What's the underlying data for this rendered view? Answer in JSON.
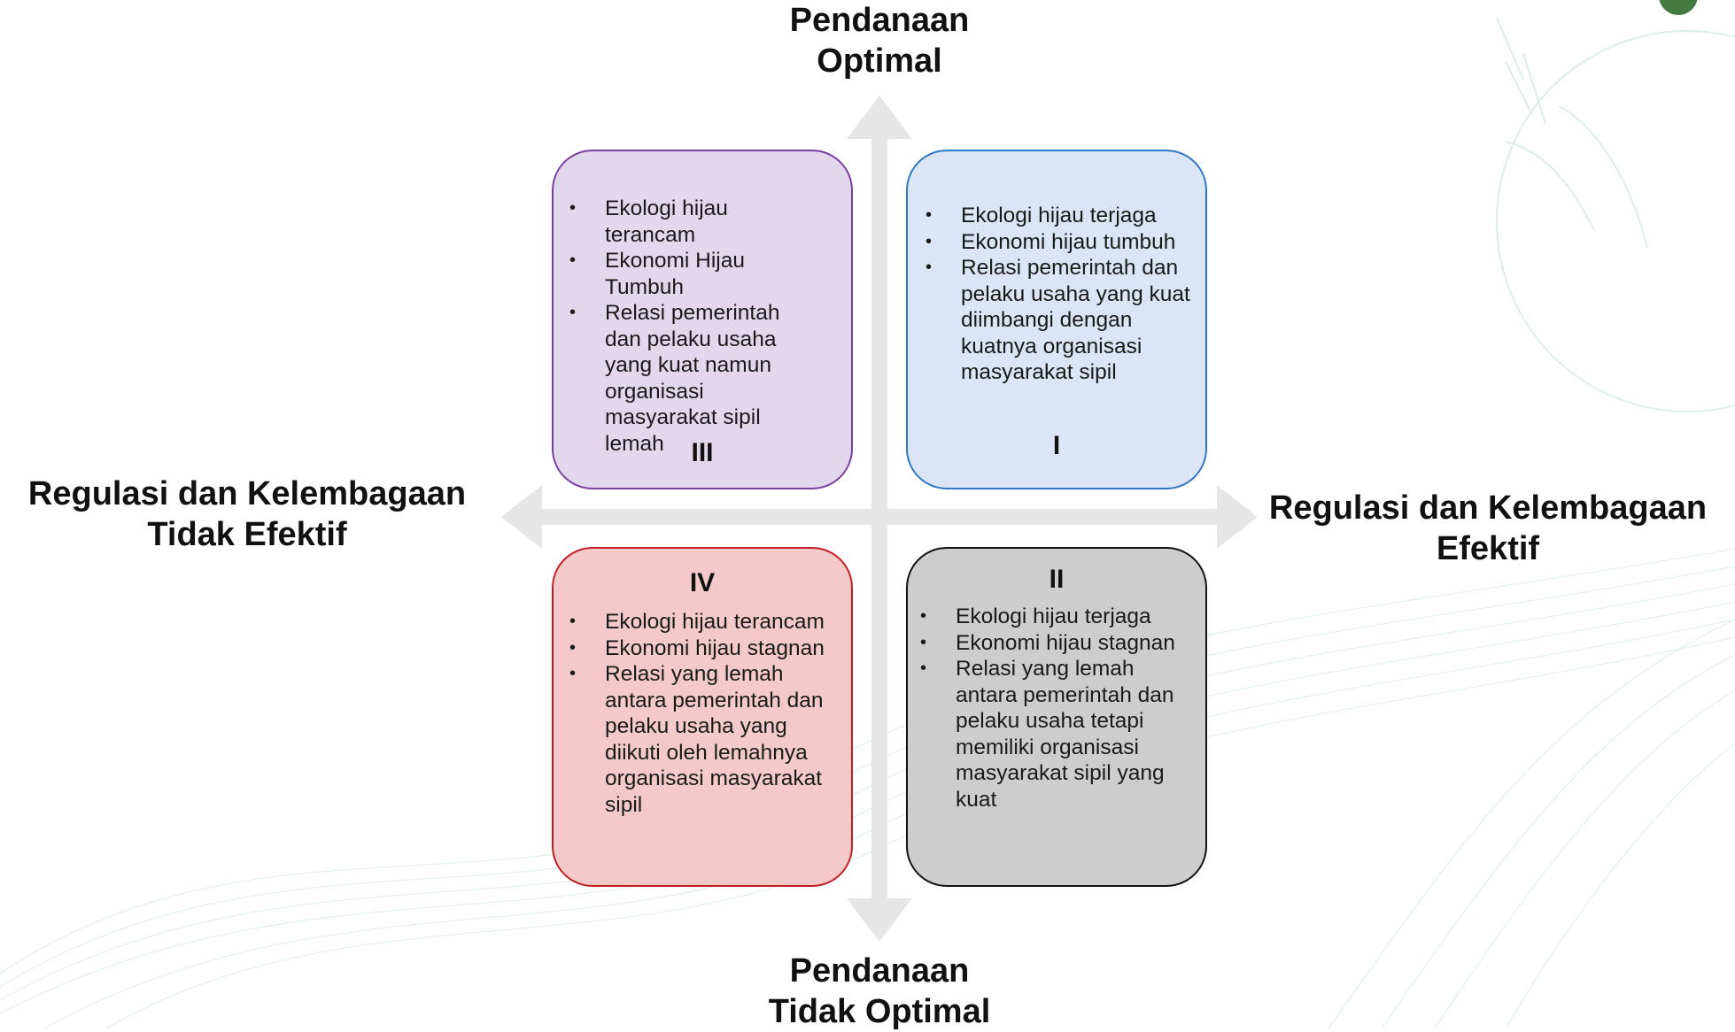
{
  "axes": {
    "top": [
      "Pendanaan",
      "Optimal"
    ],
    "bottom": [
      "Pendanaan",
      "Tidak Optimal"
    ],
    "left": [
      "Regulasi dan Kelembagaan",
      "Tidak Efektif"
    ],
    "right": [
      "Regulasi dan Kelembagaan",
      "Efektif"
    ]
  },
  "quadrants": {
    "q1": {
      "numeral": "I",
      "items": [
        "Ekologi hijau terjaga",
        "Ekonomi hijau tumbuh",
        "Relasi pemerintah dan pelaku usaha yang kuat diimbangi dengan kuatnya organisasi masyarakat sipil"
      ]
    },
    "q2": {
      "numeral": "II",
      "items": [
        "Ekologi hijau terjaga",
        "Ekonomi hijau stagnan",
        "Relasi yang lemah antara pemerintah dan pelaku usaha tetapi memiliki organisasi masyarakat sipil yang kuat"
      ]
    },
    "q3": {
      "numeral": "III",
      "items": [
        "Ekologi hijau terancam",
        "Ekonomi Hijau Tumbuh",
        "Relasi pemerintah dan pelaku usaha yang kuat namun organisasi masyarakat sipil lemah"
      ]
    },
    "q4": {
      "numeral": "IV",
      "items": [
        "Ekologi hijau terancam",
        "Ekonomi hijau stagnan",
        "Relasi yang lemah antara pemerintah dan pelaku usaha yang diikuti oleh lemahnya organisasi masyarakat sipil"
      ]
    }
  },
  "colors": {
    "q1_fill": "#dbe5f5",
    "q1_border": "#2f78c4",
    "q2_fill": "#cdcdcd",
    "q2_border": "#111111",
    "q3_fill": "#e3d7ee",
    "q3_border": "#7b3fa1",
    "q4_fill": "#f2c4c6",
    "q4_border": "#c41e25",
    "axis": "#e6e6e6"
  }
}
